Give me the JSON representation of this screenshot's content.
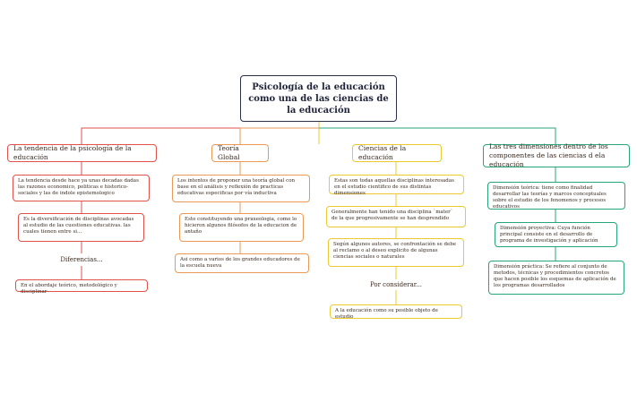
{
  "colors": {
    "center": "#2b2f4a",
    "red": "#e1524a",
    "orange": "#eb9a55",
    "yellow": "#ecc932",
    "green": "#27a57b"
  },
  "central": {
    "title": "Psicología de la educación como una de las ciencias de la educación"
  },
  "branches": [
    {
      "title": "La tendencia de la psicología de la educación",
      "items": [
        "La tendencia desde hace ya unas decadas dadas las razones economico, politicas e historico-sociales y las de indole epistemologico",
        "Es la diversificación de disciplinas avocadas al estudio de las cuestiones educativas. las cuales tienen entre si...",
        "Diferencias...",
        "En el abordaje teórico, metodológico y disciplinar"
      ]
    },
    {
      "title": "Teoría Global",
      "items": [
        "Los intentos de proponer una teoría global con base en el análisis y reflexión de practicas educativas especificas por vía inductiva",
        "Esto constituyendo  una praxeologia, como lo hicieron algunos filósofos de la educacion de antaño",
        "Asi como a varios de los grandes educadores de la escuela nueva"
      ]
    },
    {
      "title": "Ciencias de la educación",
      "items": [
        "Estas son todas aquellas disciplinas interesadas en el estudio  cientifico de sus distintas dimensiones",
        "Generalmente han tenido una disciplina `mater` de la que progresivamente se han desprendido",
        "Según algunos autores, se confrontación se debe al reclamo o al deseo explicito  de algunas ciencias sociales  o naturales",
        "Por considerar...",
        "A la educación como su posible objeto de estudio"
      ]
    },
    {
      "title": "Las tres dimensiones dentro de los componentes de las ciencias d ela educación",
      "items": [
        "Dimensión teórica: tiene como finalidad desarrollar las teorías y marcos conceptuales sobre el estudio de los fenomenos y procesos educativos",
        "Dimensión proyectiva: Cuya función principal consiste en el desarrollo de programa de investigación y aplicación",
        "Dimensión práctica: Se refiere al conjunto de metodos, técnicas y procedimientos concretos que hacen posible los esquemas de aplicación de los programas desarrollados"
      ]
    }
  ]
}
